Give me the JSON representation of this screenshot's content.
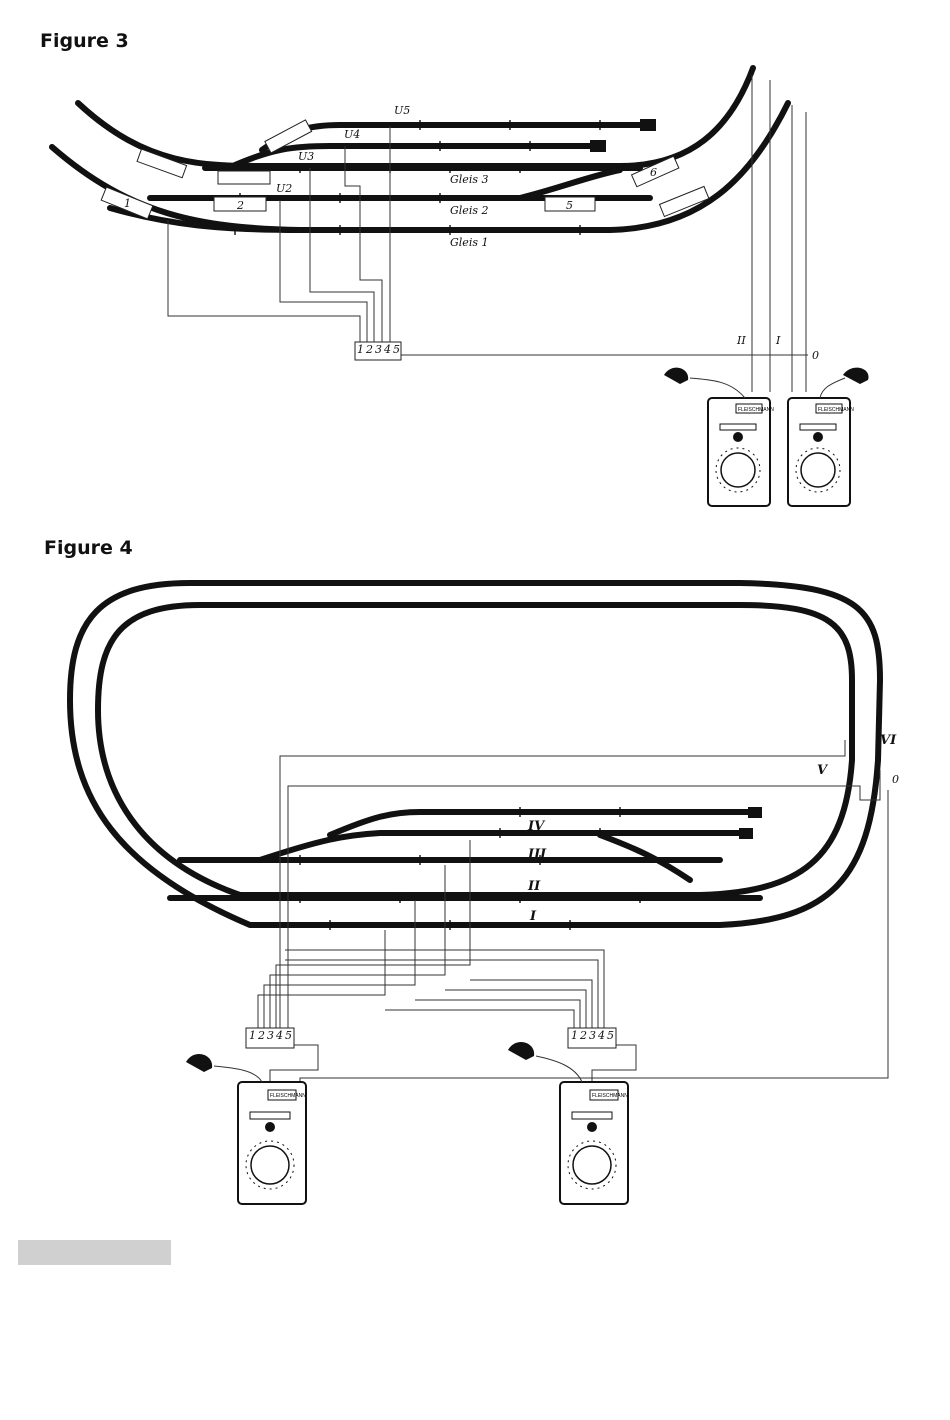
{
  "figure3": {
    "title": "Figure 3",
    "tracks": [
      "Gleis 1",
      "Gleis 2",
      "Gleis 3"
    ],
    "section_labels": [
      "U2",
      "U3",
      "U4",
      "U5"
    ],
    "terminal_numbers": [
      "1",
      "2",
      "3",
      "4",
      "5"
    ],
    "wire_labels": [
      "II",
      "I",
      "0"
    ],
    "wagon_numbers": [
      "1",
      "2",
      "5",
      "6"
    ],
    "controller_brand": "FLEISCHMANN"
  },
  "figure4": {
    "title": "Figure 4",
    "track_labels": [
      "I",
      "II",
      "III",
      "IV"
    ],
    "wire_labels": [
      "V",
      "VI",
      "0"
    ],
    "terminal_numbers": [
      "1",
      "2",
      "3",
      "4",
      "5"
    ],
    "controller_brand": "FLEISCHMANN"
  }
}
